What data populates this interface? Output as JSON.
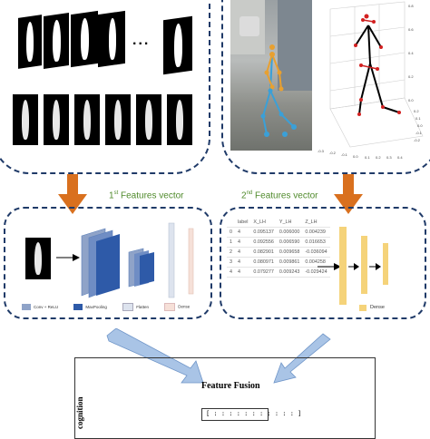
{
  "top": {
    "ellipsis": "..."
  },
  "labels": {
    "first_prefix": "1",
    "first_sup": "st",
    "first_text": " Features vector",
    "second_prefix": "2",
    "second_sup": "nd",
    "second_text": " Features vector"
  },
  "cnn_legend": {
    "conv": "Conv + ReLU",
    "maxpool": "MaxPooling",
    "flatten": "Flatten",
    "dense": "Dense"
  },
  "keypoint_table": {
    "headers": [
      "label",
      "X_LH",
      "Y_LH",
      "Z_LH"
    ],
    "rows": [
      [
        "0",
        "4",
        "0.095137",
        "0.006000",
        "0.004239"
      ],
      [
        "1",
        "4",
        "0.092556",
        "0.006590",
        "0.016653"
      ],
      [
        "2",
        "4",
        "0.082901",
        "0.009658",
        "-0.036094"
      ],
      [
        "3",
        "4",
        "0.080971",
        "0.009861",
        "0.004258"
      ],
      [
        "4",
        "4",
        "0.079277",
        "0.009243",
        "-0.029424"
      ]
    ]
  },
  "dense_label": "Dense",
  "fusion": {
    "title": "Feature Fusion",
    "side_label": "cognition",
    "vector": "[ : : : : : : : : : : : ]"
  },
  "plot3d": {
    "ticks_x": [
      "-0.3",
      "-0.2",
      "-0.1",
      "0.0",
      "0.1",
      "0.2",
      "0.3",
      "0.4"
    ],
    "ticks_z": [
      "0.8",
      "0.6",
      "0.4",
      "0.2",
      "0.0"
    ],
    "ticks_y": [
      "0.2",
      "0.1",
      "0.0",
      "-0.1",
      "-0.2"
    ]
  },
  "colors": {
    "border": "#1f3a68",
    "arrow_orange": "#d9701e",
    "label_green": "#4f8a2b",
    "cnn_blue": "#5b7fb8",
    "cnn_dark": "#2e5aa8",
    "dense_yellow": "#f5d37a",
    "big_arrow": "#a9c4e6"
  }
}
